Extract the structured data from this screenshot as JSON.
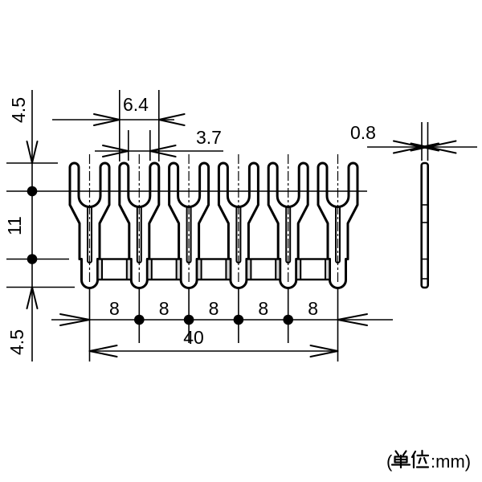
{
  "drawing": {
    "type": "technical-dimension-drawing",
    "subject": "fork terminal comb strip, front view and side view",
    "unit_label": "(単位:mm)",
    "unit_prefix": "(",
    "unit_kanji": "単位",
    "unit_suffix": ":mm)"
  },
  "dims": {
    "top_height": "4.5",
    "fork_width": "6.4",
    "slot_width": "3.7",
    "body_height": "11",
    "base_height": "4.5",
    "pitch": [
      "8",
      "8",
      "8",
      "8",
      "8"
    ],
    "overall_width": "40",
    "thickness": "0.8"
  },
  "colors": {
    "line": "#000000",
    "background": "#ffffff",
    "text": "#000000"
  }
}
